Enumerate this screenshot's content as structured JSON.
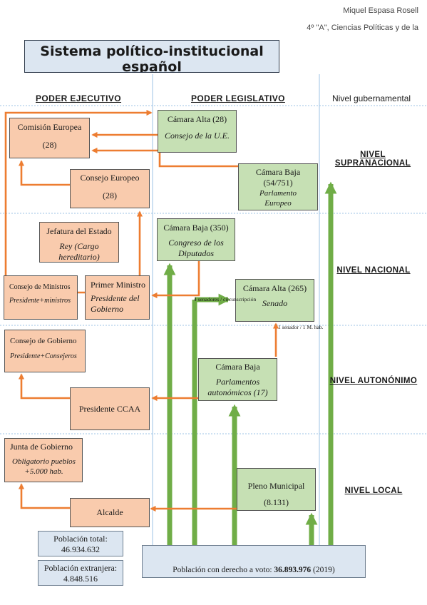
{
  "author": {
    "name": "Miquel Espasa Rosell",
    "course": "4º \"A\", Ciencias Políticas y de la"
  },
  "title": "Sistema político-institucional español",
  "columns": {
    "executive": "PODER EJECUTIVO",
    "legislative": "PODER LEGISLATIVO",
    "government_level": "Nivel gubernamental"
  },
  "levels": {
    "supranational": "NIVEL SUPRANACIONAL",
    "national": "NIVEL NACIONAL",
    "autonomous": "NIVEL AUTONÓNIMO",
    "local": "NIVEL LOCAL"
  },
  "supranational": {
    "comision": {
      "name": "Comisión Europea",
      "count": "(28)"
    },
    "consejo_europeo": {
      "name": "Consejo Europeo",
      "count": "(28)"
    },
    "camara_alta": {
      "name": "Cámara Alta (28)",
      "body": "Consejo de la U.E."
    },
    "camara_baja": {
      "name": "Cámara Baja",
      "count": "(54/751)",
      "body": "Parlamento Europeo"
    }
  },
  "national": {
    "jefatura": {
      "name": "Jefatura del Estado",
      "body": "Rey (Cargo hereditario)"
    },
    "consejo_ministros": {
      "name": "Consejo de Ministros",
      "body": "Presidente+ministros"
    },
    "primer_ministro": {
      "name": "Primer Ministro",
      "body": "Presidente del Gobierno"
    },
    "camara_baja": {
      "name": "Cámara Baja (350)",
      "body": "Congreso de los Diputados"
    },
    "camara_alta": {
      "name": "Cámara Alta (265)",
      "body": "Senado"
    },
    "note_senadores": "4 senadores / circunscripción",
    "note_habitantes": "1 senador / 1 M. hab."
  },
  "autonomous": {
    "consejo_gobierno": {
      "name": "Consejo de Gobierno",
      "body": "Presidente+Consejeros"
    },
    "presidente": {
      "name": "Presidente CCAA"
    },
    "camara_baja": {
      "name": "Cámara Baja",
      "body": "Parlamentos autonómicos (17)"
    }
  },
  "local": {
    "junta": {
      "name": "Junta de Gobierno",
      "body": "Obligatorio pueblos +5.000 hab."
    },
    "alcalde": {
      "name": "Alcalde"
    },
    "pleno": {
      "name": "Pleno Municipal",
      "count": "(8.131)"
    }
  },
  "population": {
    "total_label": "Población total:",
    "total_value": "46.934.632",
    "foreign_label": "Población extranjera:",
    "foreign_value": "4.848.516",
    "voters_label": "Población con derecho a voto:",
    "voters_value": "36.893.976",
    "voters_year": "(2019)"
  },
  "colors": {
    "orange_box": "#f9cbad",
    "green_box": "#c6e0b4",
    "blue_box": "#dce6f1",
    "orange_arrow": "#ed7d31",
    "green_arrow": "#70ad47",
    "divider": "#9dc3e6"
  }
}
